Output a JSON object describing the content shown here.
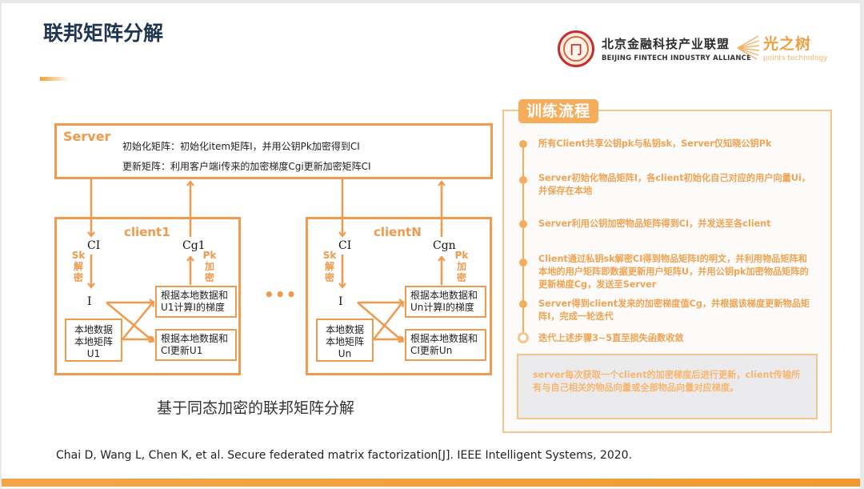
{
  "title": "联邦矩阵分解",
  "logos": {
    "alliance_cn": "北京金融科技产业联盟",
    "alliance_en": "BEIJING FINTECH INDUSTRY ALLIANCE",
    "gzs_cn": "光之树",
    "gzs_en": "points technology"
  },
  "diagram": {
    "server": {
      "label": "Server",
      "line1": "初始化矩阵：初始化item矩阵I，并用公钥Pk加密得到CI",
      "line2": "更新矩阵：利用客户端i传来的加密梯度Cgi更新加密矩阵CI"
    },
    "clients": [
      {
        "label": "client1",
        "ci": "CI",
        "cg": "Cg1",
        "decrypt": "Sk\n解\n密",
        "encrypt": "Pk\n加\n密",
        "i_node": "I",
        "local": "本地数据\n本地矩阵\nU1",
        "op_grad": "根据本地数据和\nU1计算I的梯度",
        "op_update": "根据本地数据和\nCI更新U1"
      },
      {
        "label": "clientN",
        "ci": "CI",
        "cg": "Cgn",
        "decrypt": "Sk\n解\n密",
        "encrypt": "Pk\n加\n密",
        "i_node": "I",
        "local": "本地数据\n本地矩阵\nUn",
        "op_grad": "根据本地数据和\nUn计算I的梯度",
        "op_update": "根据本地数据和\nCI更新Un"
      }
    ],
    "ellipsis": "•••",
    "caption": "基于同态加密的联邦矩阵分解"
  },
  "reference": "Chai D, Wang L, Chen K, et al. Secure federated matrix factorization[J]. IEEE Intelligent Systems, 2020.",
  "panel": {
    "title": "训练流程",
    "steps": [
      "所有Client共享公钥pk与私钥sk，Server仅知晓公钥Pk",
      "Server初始化物品矩阵I，各client初始化自己对应的用户向量Ui，并保存在本地",
      "Server利用公钥加密物品矩阵得到CI，并发送至各client",
      "Client通过私钥sk解密CI得到物品矩阵I的明文，并利用物品矩阵和本地的用户矩阵即数据更新用户矩阵U，并用公钥pk加密物品矩阵的更新梯度Cg，发送至Server",
      "Server得到client发来的加密梯度值Cg，并根据该梯度更新物品矩阵I，完成一轮迭代",
      "迭代上述步骤3~5直至损失函数收敛"
    ],
    "note": "server每次获取一个client的加密梯度后进行更新，client传输所有与自己相关的物品向量或全部物品向量对应梯度。"
  },
  "colors": {
    "accent": "#ef9a4c",
    "title": "#1f3552",
    "panel_text": "#f0a352"
  }
}
